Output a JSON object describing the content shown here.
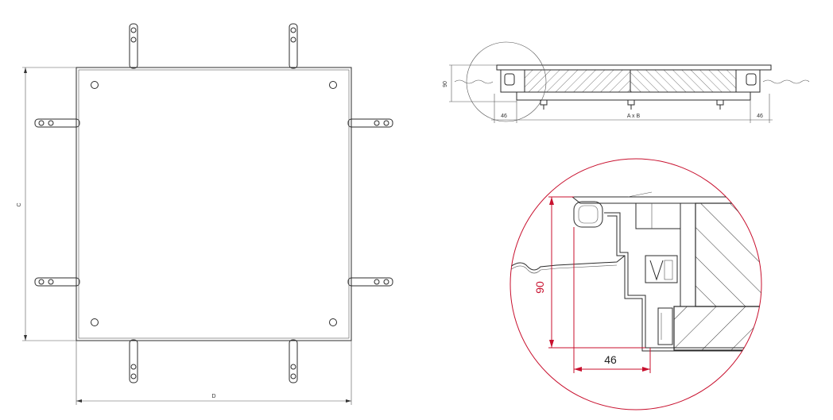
{
  "plan_view": {
    "dimension_side_label": "C",
    "dimension_bottom_label": "D"
  },
  "section_view": {
    "height_label": "90",
    "left_label": "46",
    "center_label": "A x B",
    "right_label": "46"
  },
  "detail_view": {
    "height_label": "90",
    "width_label": "46",
    "accent_color": "#c8102e"
  }
}
